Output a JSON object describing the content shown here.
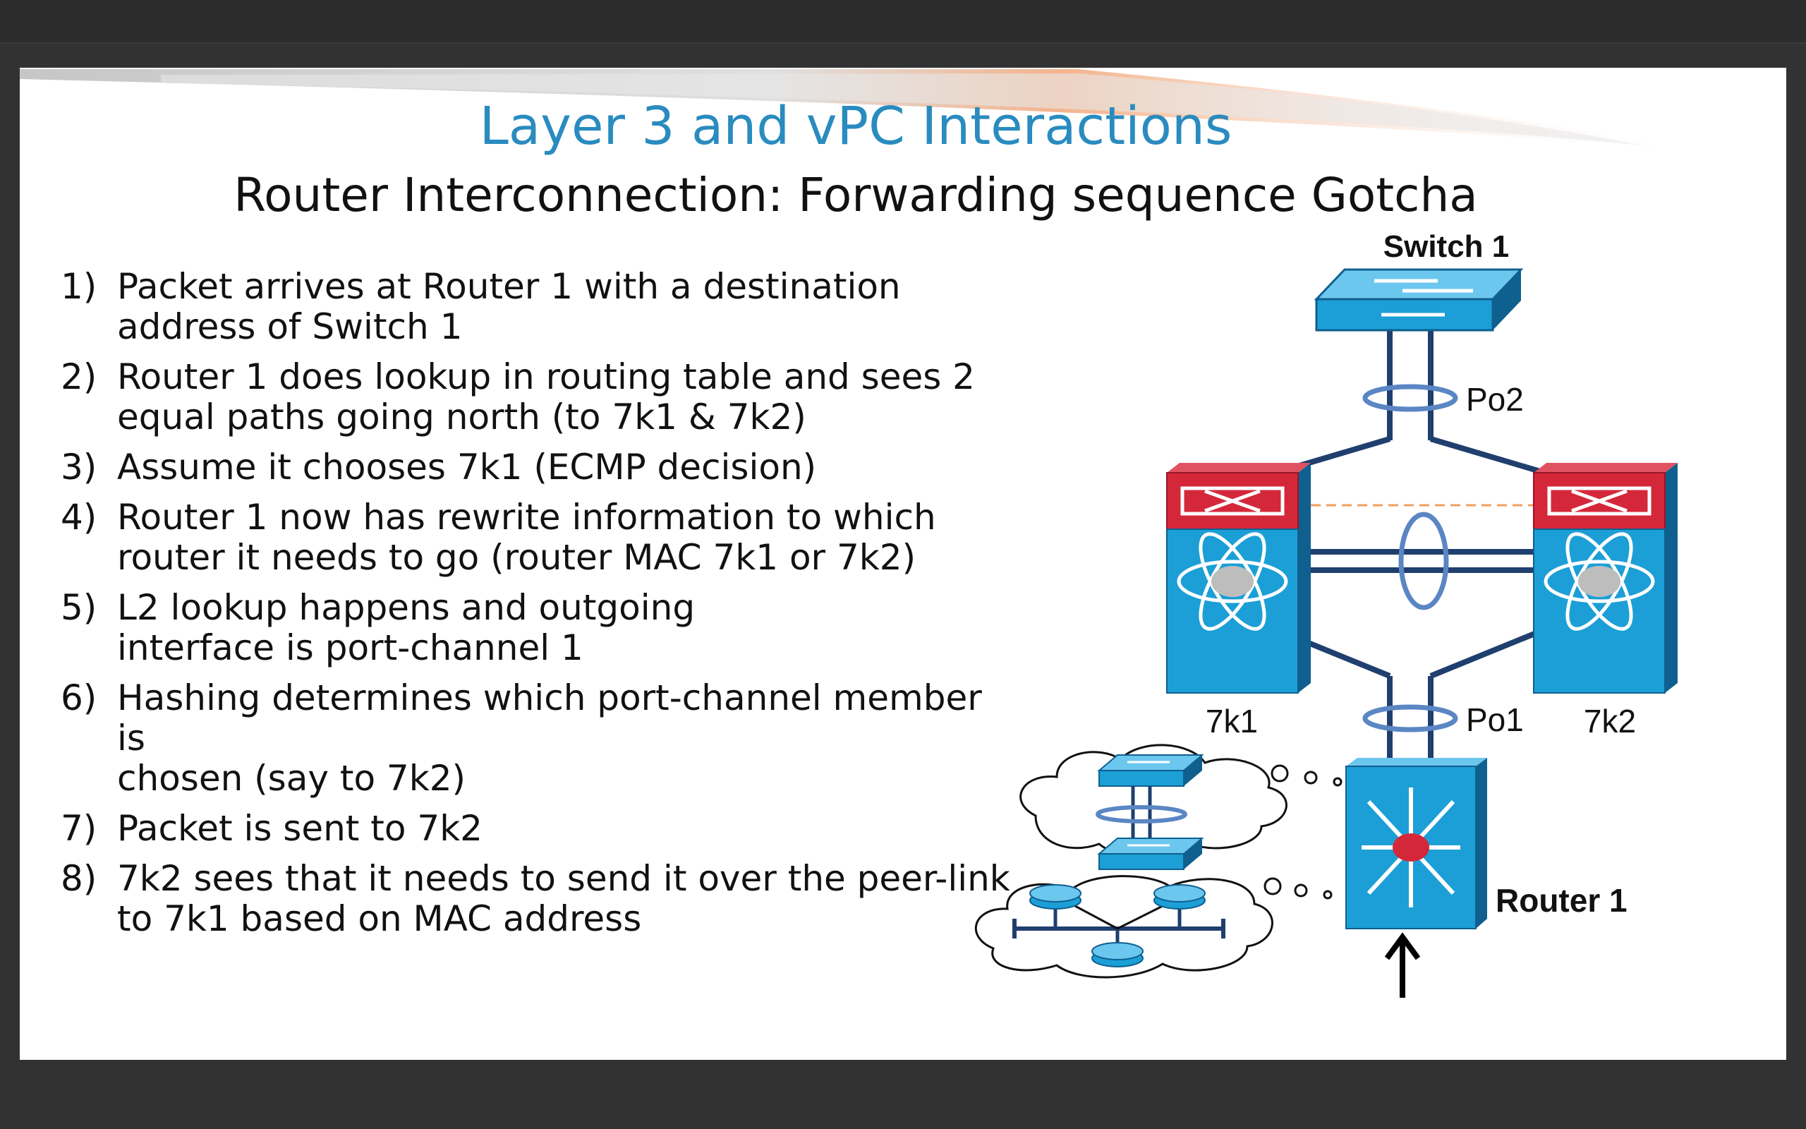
{
  "slide": {
    "title": "Layer 3 and vPC Interactions",
    "subtitle": "Router Interconnection: Forwarding sequence Gotcha"
  },
  "steps": [
    {
      "num": "1)",
      "text": "Packet arrives at Router 1 with a destination\naddress of Switch 1"
    },
    {
      "num": "2)",
      "text": "Router 1 does lookup in routing table and sees 2\nequal paths going north (to 7k1 & 7k2)"
    },
    {
      "num": "3)",
      "text": "Assume it chooses 7k1 (ECMP decision)"
    },
    {
      "num": "4)",
      "text": "Router 1 now has rewrite information to which\nrouter it needs to go (router MAC 7k1 or 7k2)"
    },
    {
      "num": "5)",
      "text": "L2 lookup happens and outgoing\ninterface is port-channel 1"
    },
    {
      "num": "6)",
      "text": "Hashing determines which port-channel member is\nchosen (say to 7k2)"
    },
    {
      "num": "7)",
      "text": "Packet is sent to 7k2"
    },
    {
      "num": "8)",
      "text": "7k2 sees that it needs to send it over the peer-link\nto 7k1 based on MAC address"
    }
  ],
  "diagram": {
    "switch_label": "Switch 1",
    "po2_label": "Po2",
    "po1_label": "Po1",
    "left_core_label": "7k1",
    "right_core_label": "7k2",
    "router_label": "Router 1",
    "icons": {
      "switch": "switch-icon",
      "core": "nexus-7k-icon",
      "router": "router-icon",
      "cloud": "cloud-icon"
    },
    "colors": {
      "title": "#2a8bbf",
      "device_blue": "#1c9fd6",
      "device_red": "#d4283a",
      "link": "#1f3f6e",
      "portchannel_ring": "#5b86c4",
      "peer_keepalive": "#f0a060"
    }
  }
}
